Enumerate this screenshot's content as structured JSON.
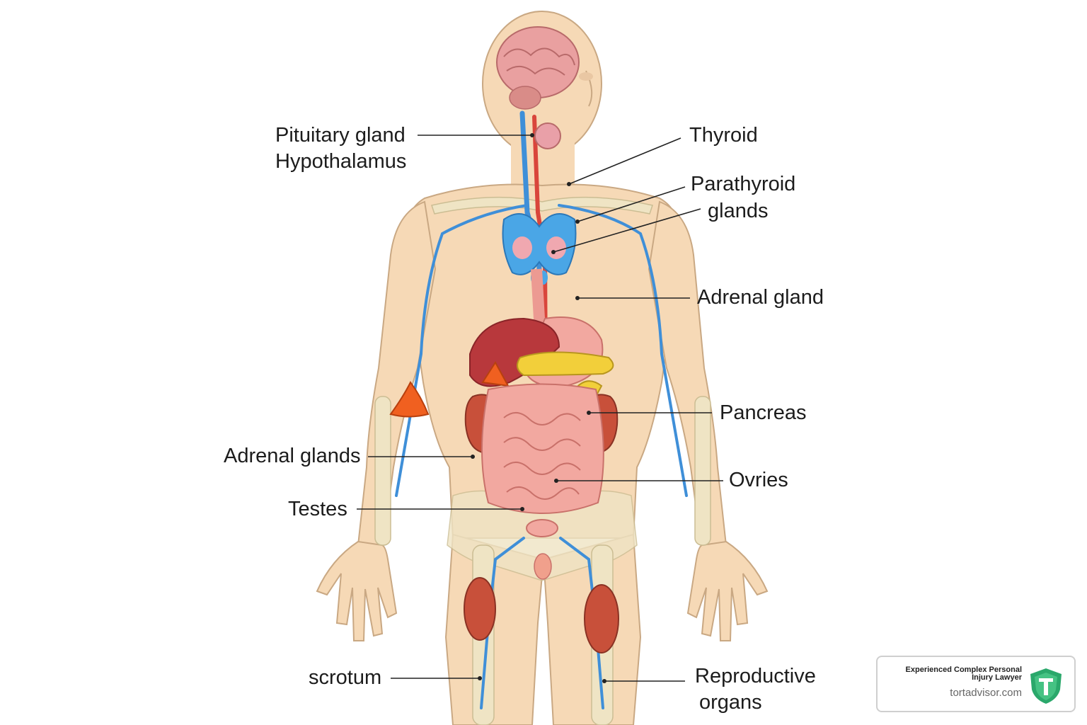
{
  "labels": {
    "pituitary_gland": "Pituitary gland",
    "hypothalamus": "Hypothalamus",
    "thyroid": "Thyroid",
    "parathyroid_line1": "Parathyroid",
    "parathyroid_line2": "glands",
    "adrenal_gland": "Adrenal gland",
    "pancreas": "Pancreas",
    "adrenal_glands": "Adrenal glands",
    "ovries": "Ovries",
    "testes": "Testes",
    "scrotum": "scrotum",
    "reproductive_line1": "Reproductive",
    "reproductive_line2": "organs"
  },
  "badge": {
    "title": "Experienced Complex Personal Injury Lawyer",
    "domain": "tortadvisor.com",
    "shield_color": "#2aa86b"
  },
  "colors": {
    "skin": "#f6d9b6",
    "bone": "#efe4c4",
    "vein": "#3f8fd8",
    "artery": "#d9453b",
    "kidney": "#c8503a",
    "intestine": "#f2a8a0",
    "pancreas": "#f2cf3a",
    "adrenal": "#f06020",
    "thyroid": "#4aa6e6"
  }
}
